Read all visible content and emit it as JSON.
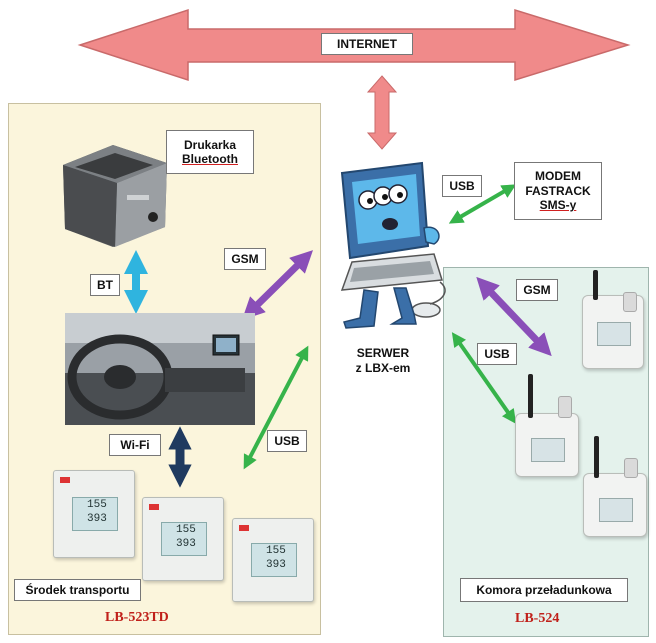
{
  "internet_label": "INTERNET",
  "printer": {
    "label_line1": "Drukarka",
    "label_line2": "Bluetooth"
  },
  "modem": {
    "line1": "MODEM",
    "line2": "FASTRACK",
    "line3": "SMS-y"
  },
  "server": {
    "line1": "SERWER",
    "line2": "z LBX-em"
  },
  "links": {
    "bt": "BT",
    "gsm_left": "GSM",
    "wifi": "Wi-Fi",
    "usb_left": "USB",
    "usb_modem": "USB",
    "gsm_right": "GSM",
    "usb_right": "USB"
  },
  "left_panel": {
    "caption": "Środek transportu",
    "title": "LB-523TD"
  },
  "right_panel": {
    "caption": "Komora przeładunkowa",
    "title": "LB-524"
  },
  "device_lcd_value": "155",
  "device_lcd_value2": "393",
  "colors": {
    "internet_arrow": "#f08a8a",
    "bt_arrow": "#2fb4df",
    "gsm_arrow": "#8a4fb8",
    "usb_arrow": "#36b34a",
    "wifi_arrow": "#1f3a5f"
  }
}
